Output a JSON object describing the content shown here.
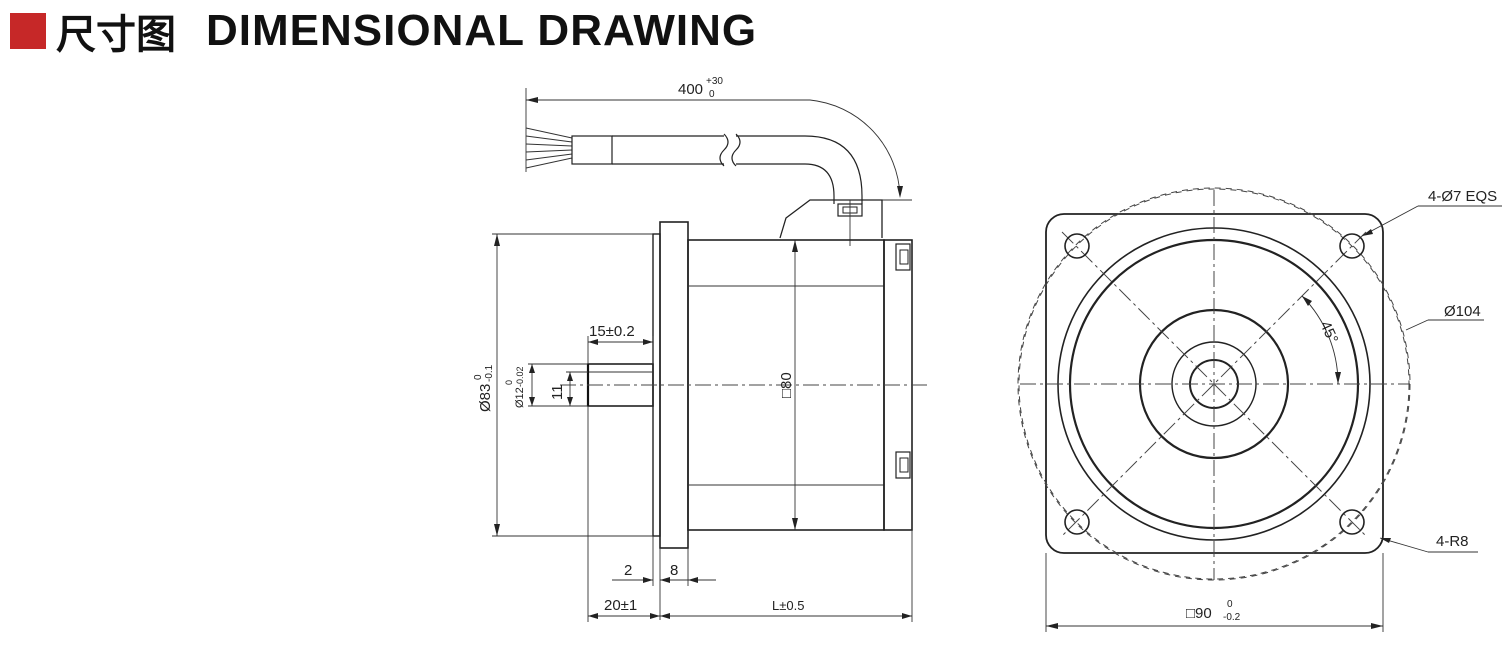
{
  "header": {
    "accent_color": "#c62828",
    "title_cn": "尺寸图",
    "title_en": "DIMENSIONAL DRAWING"
  },
  "side_view": {
    "cable_length": "400",
    "cable_length_tol_upper": "+30",
    "cable_length_tol_lower": "0",
    "shaft_length": "15±0.2",
    "shaft_flat": "11",
    "shaft_diameter": "Ø12",
    "shaft_diameter_tol_upper": "0",
    "shaft_diameter_tol_lower": "-0.02",
    "pilot_diameter": "Ø83",
    "pilot_diameter_tol_upper": "0",
    "pilot_diameter_tol_lower": "-0.1",
    "body_square": "□80",
    "flange_step": "2",
    "flange_thickness": "8",
    "shaft_extension": "20±1",
    "body_length": "L±0.5"
  },
  "front_view": {
    "mounting_holes": "4-Ø7 EQS",
    "bolt_circle": "Ø104",
    "hole_angle": "45°",
    "corner_radius": "4-R8",
    "flange_square": "□90",
    "flange_square_tol_upper": "0",
    "flange_square_tol_lower": "-0.2"
  }
}
